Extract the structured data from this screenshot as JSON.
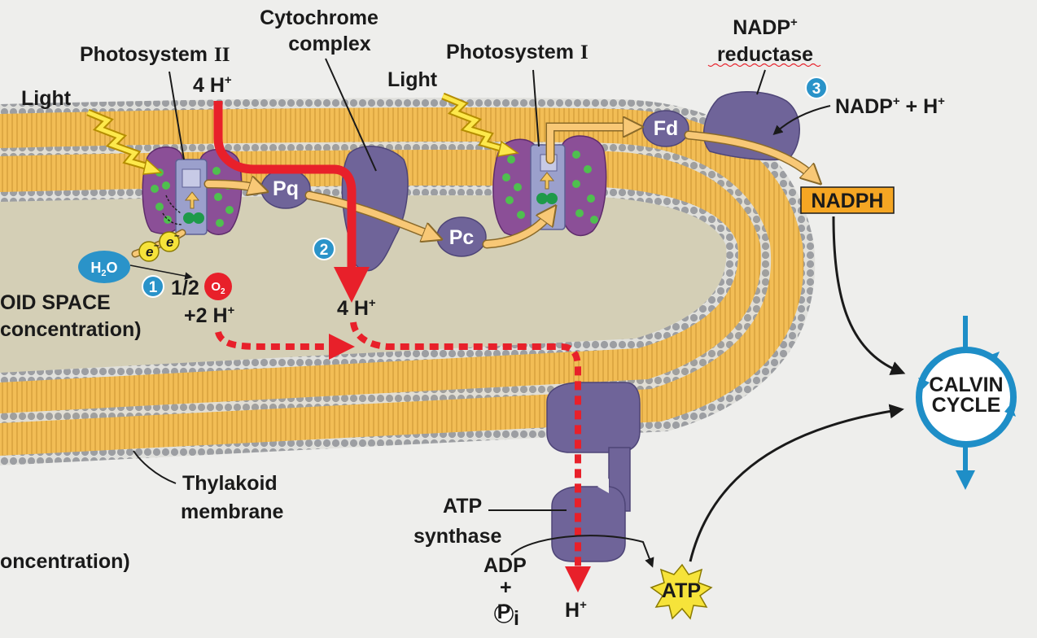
{
  "labels": {
    "cytochrome_l1": "Cytochrome",
    "cytochrome_l2": "complex",
    "photosystem2_text": "Photosystem",
    "photosystem2_numeral": "II",
    "photosystem1_text": "Photosystem",
    "photosystem1_numeral": "I",
    "nadp_reductase_l1": "NADP",
    "nadp_reductase_plus": "+",
    "nadp_reductase_l2": "reductase",
    "light_left": "Light",
    "light_right": "Light",
    "h_top_count": "4 H",
    "h_top_plus": "+",
    "nadp_h_main": "NADP",
    "nadp_h_plus1": "+",
    "nadp_h_rest": " + H",
    "nadp_h_plus2": "+",
    "nadph": "NADPH",
    "pq": "Pq",
    "pc": "Pc",
    "fd": "Fd",
    "e1": "e",
    "e1_sup": "–",
    "e2": "e",
    "e2_sup": "–",
    "h2o_h": "H",
    "h2o_sub": "2",
    "h2o_o": "O",
    "half": "1/2",
    "o2_o": "O",
    "o2_sub": "2",
    "two_h": "+2 H",
    "two_h_plus": "+",
    "lumen_h": "4 H",
    "lumen_h_plus": "+",
    "space_l1": "OID SPACE",
    "space_l2": "concentration)",
    "stroma_l": "oncentration)",
    "thylakoid_l1": "Thylakoid",
    "thylakoid_l2": "membrane",
    "atp_synthase_l1": "ATP",
    "atp_synthase_l2": "synthase",
    "adp": "ADP",
    "plus": "+",
    "pi_p": "P",
    "pi_i": "i",
    "bottom_h": "H",
    "bottom_h_plus": "+",
    "atp": "ATP",
    "calvin_l1": "CALVIN",
    "calvin_l2": "CYCLE",
    "step1": "1",
    "step2": "2",
    "step3": "3"
  },
  "colors": {
    "background": "#eeeeec",
    "membrane": "#f2bd55",
    "lipid_head": "#9c9ea2",
    "lumen": "#d4cfb6",
    "protein": "#6f6499",
    "photosystem": "#8b4f97",
    "chlorophyll": "#4fbf4f",
    "proton_arrow": "#e8202a",
    "electron_arrow": "#f8c876",
    "calvin_cycle": "#1e8ec7",
    "step_badge": "#2a93c9",
    "nadph_box": "#f5a623",
    "atp_star": "#f6e33a"
  }
}
